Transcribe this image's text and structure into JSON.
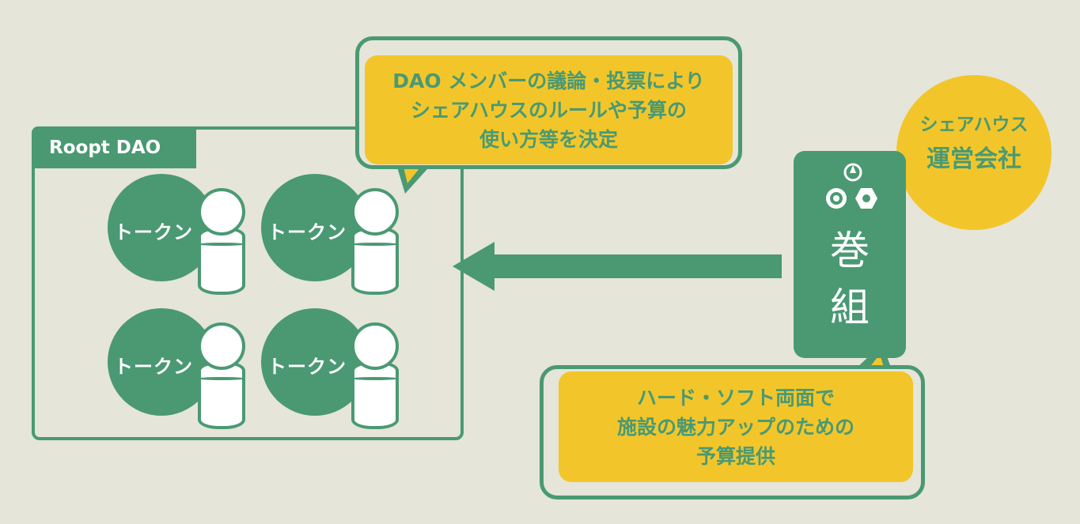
{
  "dao": {
    "label": "Roopt DAO",
    "tokens": [
      {
        "label": "トークン"
      },
      {
        "label": "トークン"
      },
      {
        "label": "トークン"
      },
      {
        "label": "トークン"
      }
    ]
  },
  "dao_bubble": {
    "lines": [
      "DAO メンバーの議論・投票により",
      "シェアハウスのルールや予算の",
      "使い方等を決定"
    ]
  },
  "company": {
    "line1": "シェアハウス",
    "line2": "運営会社"
  },
  "makigumi": {
    "name_line1": "巻",
    "name_line2": "組",
    "logo_icon": "gear-nut-compass-logo-icon"
  },
  "support_bubble": {
    "lines": [
      "ハード・ソフト両面で",
      "施設の魅力アップのための",
      "予算提供"
    ]
  },
  "arrow_icon": "arrow-left-icon",
  "colors": {
    "green": "#4a9973",
    "yellow": "#f2c62a",
    "background": "#e5e5da",
    "white": "#ffffff"
  }
}
